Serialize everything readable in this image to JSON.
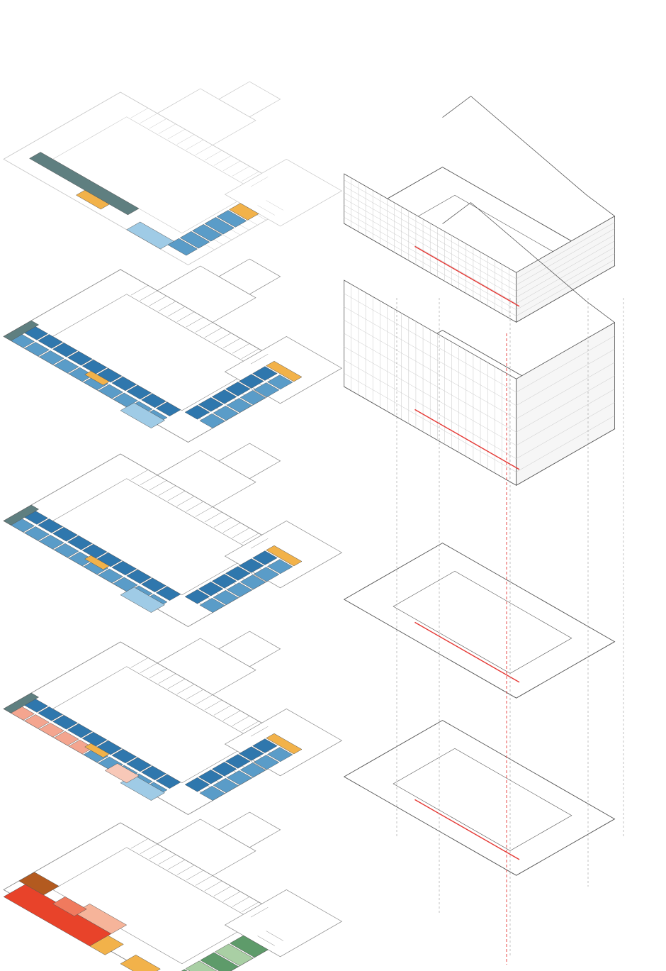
{
  "colors": {
    "line": "#8a8a8a",
    "faint_line": "#c8c8c8",
    "dark_line": "#555555",
    "office_blue": "#2f77ad",
    "office_blue_mid": "#5a9cc8",
    "light_blue": "#9fcbe6",
    "pale_blue": "#cfe4f2",
    "slate": "#5f7f80",
    "slate_light": "#8aa5a6",
    "amber": "#f2b24a",
    "salmon": "#f4a58f",
    "salmon_light": "#f8c8b8",
    "red": "#e8432a",
    "red_light": "#f07a5e",
    "brown": "#b35a1f",
    "peach": "#f6b49a",
    "green": "#5e9b6a",
    "green_light": "#a9cfa4",
    "circulation_red": "#e53935",
    "dashed": "#9a9a9a"
  },
  "plans": [
    {
      "id": "level-4",
      "coloured": "top"
    },
    {
      "id": "level-3",
      "coloured": "office"
    },
    {
      "id": "level-2",
      "coloured": "office"
    },
    {
      "id": "level-1",
      "coloured": "office-retail"
    },
    {
      "id": "level-0",
      "coloured": "ground"
    }
  ],
  "exploded_stack": [
    {
      "id": "roof-attic-level"
    },
    {
      "id": "facade-envelope"
    },
    {
      "id": "intermediate-floor"
    },
    {
      "id": "ground-floor"
    }
  ]
}
